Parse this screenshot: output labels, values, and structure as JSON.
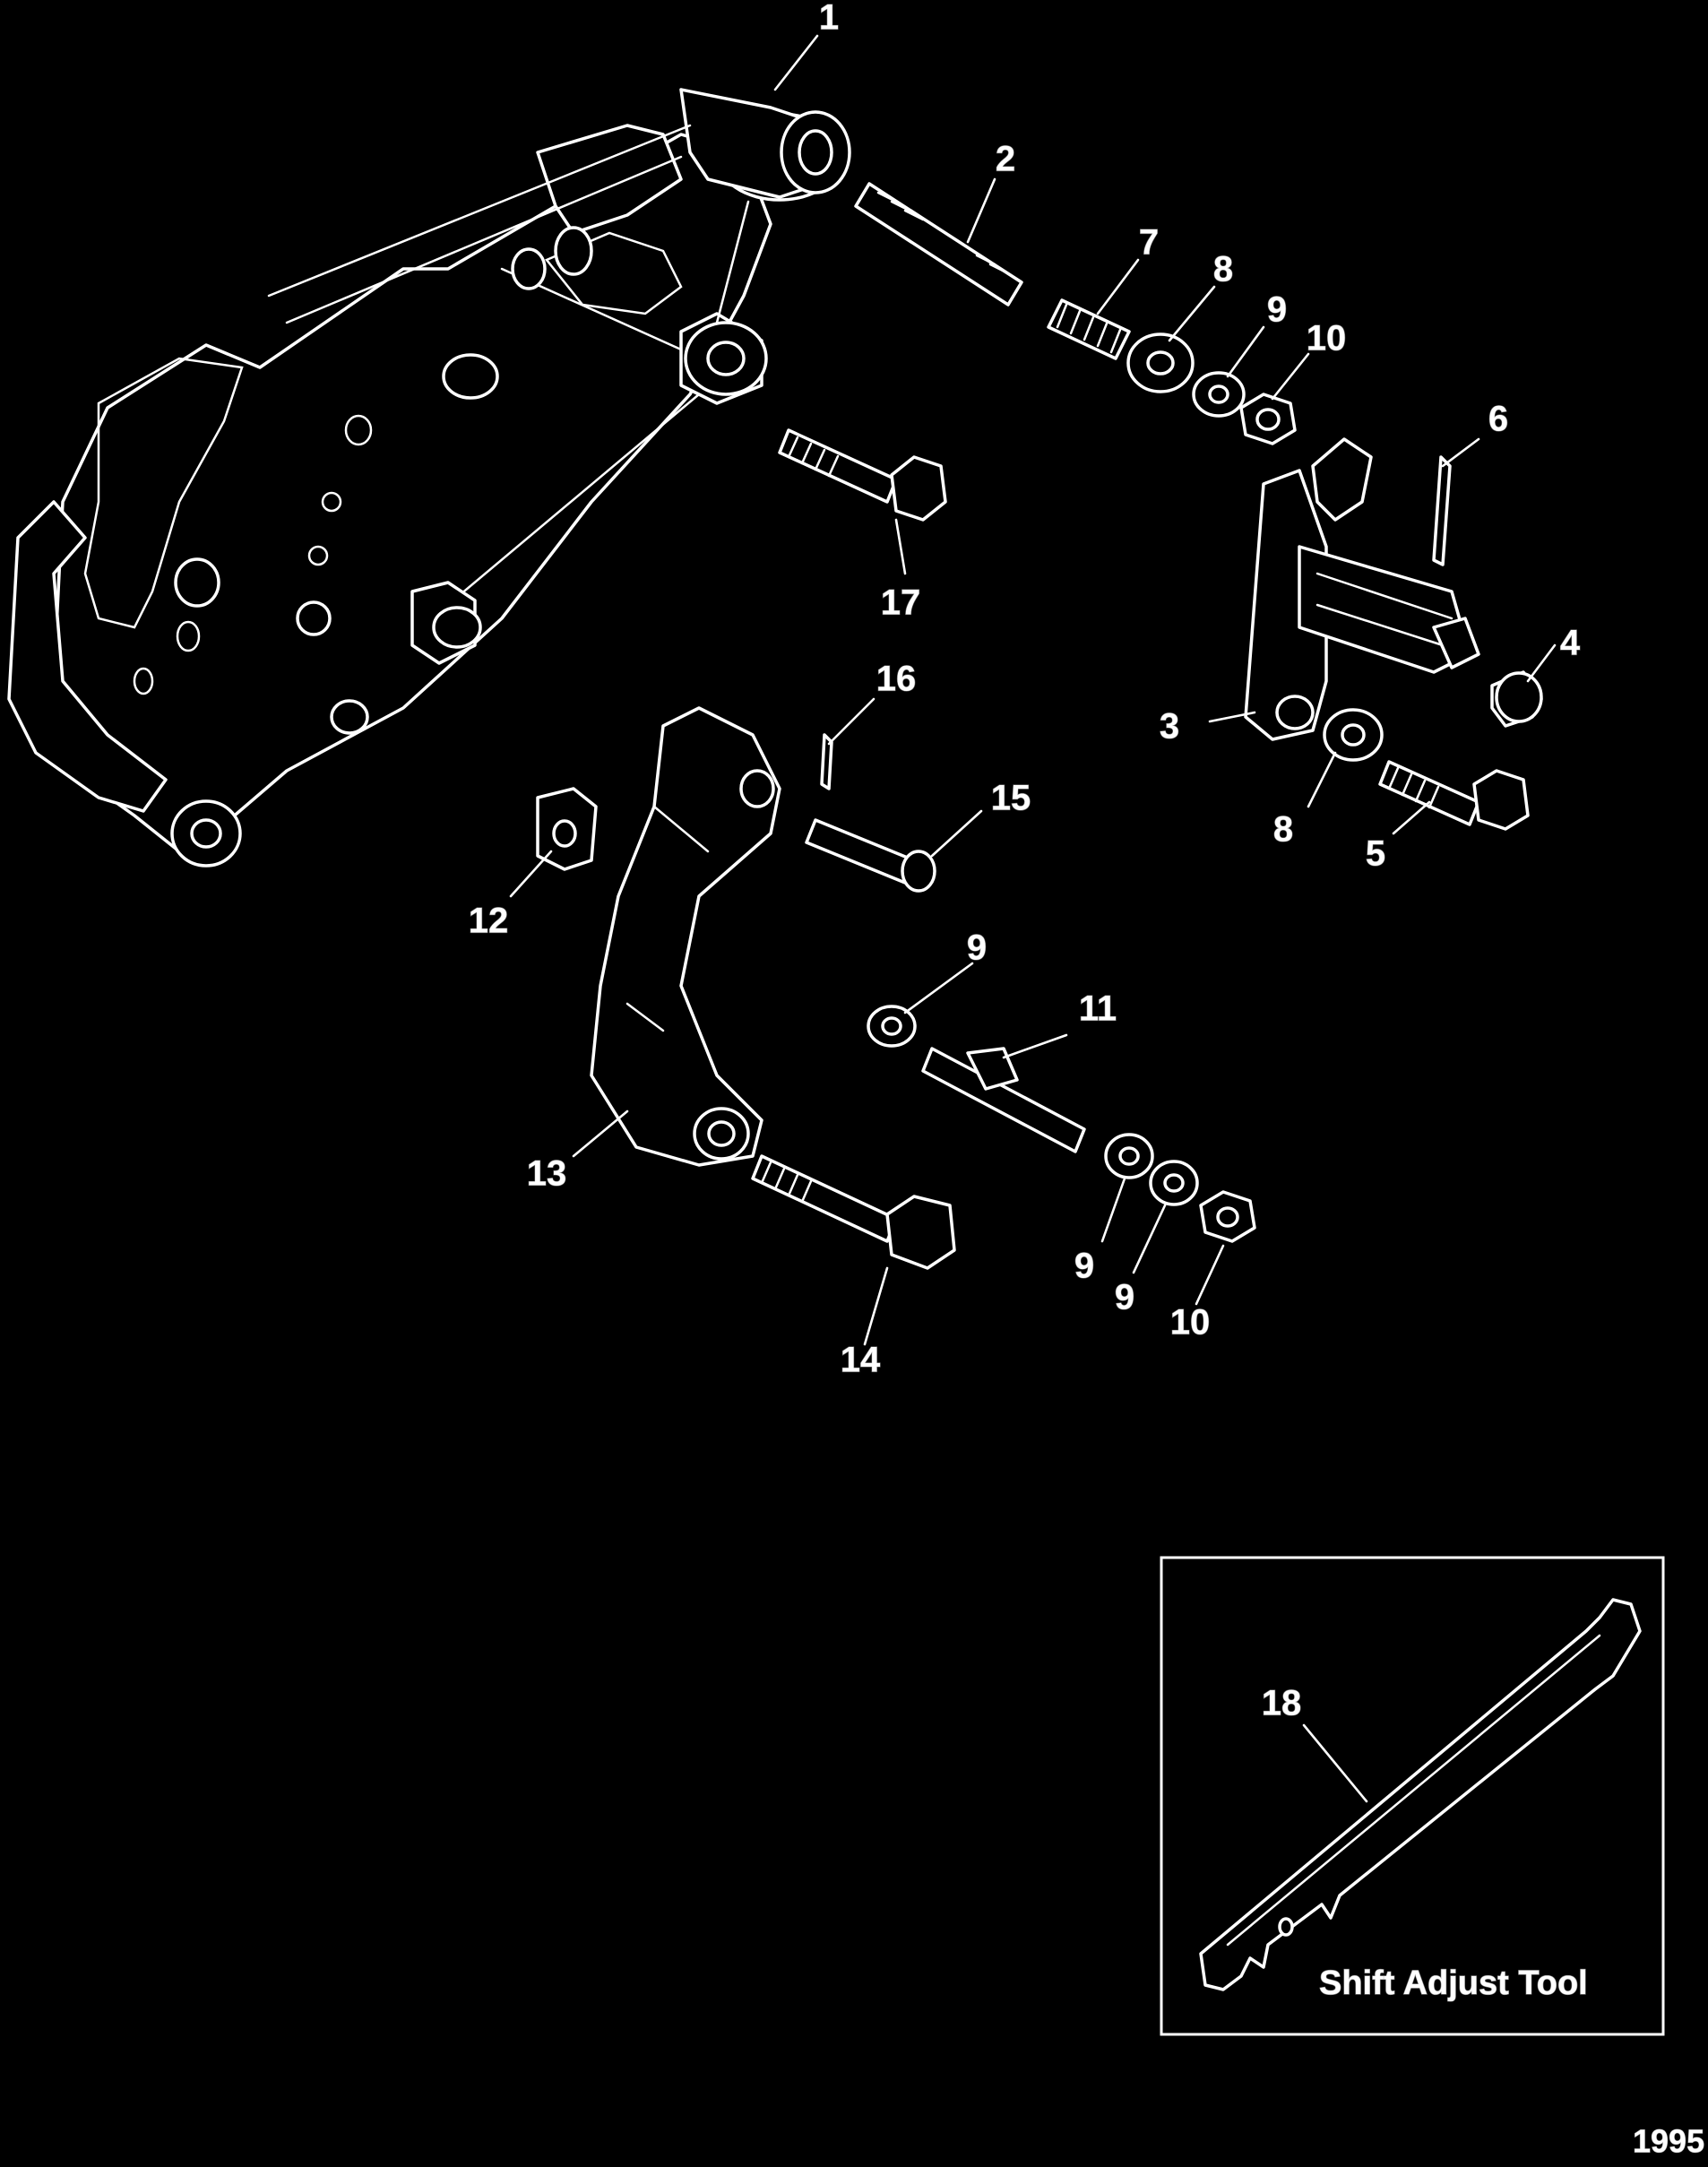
{
  "callouts": {
    "c1": "1",
    "c2": "2",
    "c3": "3",
    "c4": "4",
    "c5": "5",
    "c6": "6",
    "c7": "7",
    "c8a": "8",
    "c8b": "8",
    "c9a": "9",
    "c9b": "9",
    "c9c": "9",
    "c9d": "9",
    "c10a": "10",
    "c10b": "10",
    "c11": "11",
    "c12": "12",
    "c13": "13",
    "c14": "14",
    "c15": "15",
    "c16": "16",
    "c17": "17",
    "c18": "18"
  },
  "inset": {
    "label": "Shift Adjust Tool"
  },
  "figure_number": "1995",
  "colors": {
    "background": "#000000",
    "linework": "#ffffff"
  }
}
